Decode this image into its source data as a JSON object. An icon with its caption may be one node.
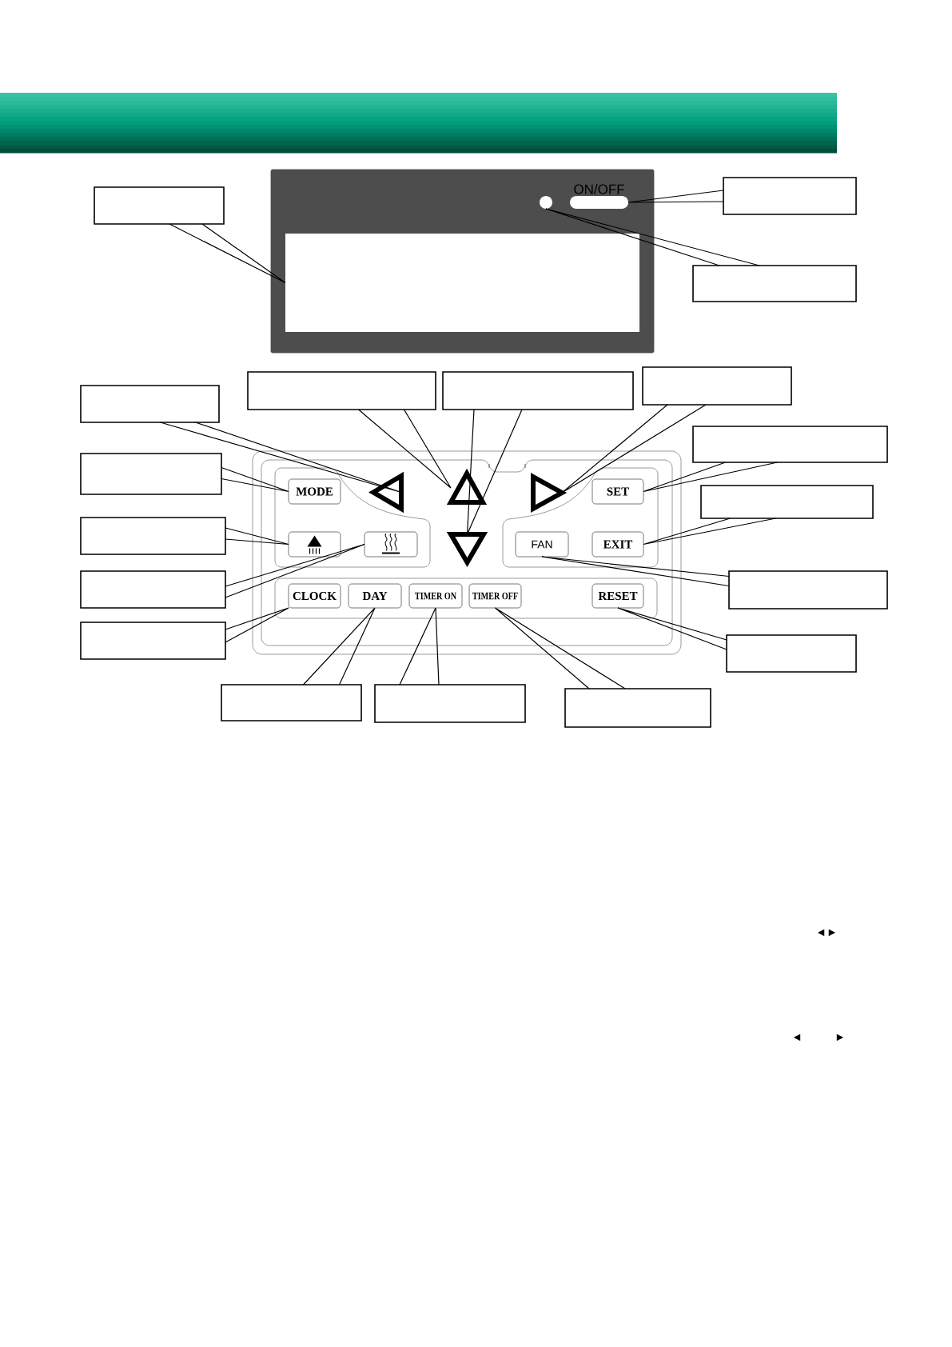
{
  "diagram": {
    "nodes": [
      {
        "text": [],
        "shape": "box"
      },
      {
        "text": [],
        "shape": "box"
      },
      {
        "text": [],
        "shape": "box",
        "in": 1
      },
      {
        "text": [],
        "shape": "circle",
        "in": 1
      },
      {
        "text": [
          "ON/OFF"
        ],
        "in": 1
      },
      {
        "text": [],
        "shape": "box"
      },
      {
        "text": [],
        "shape": "box"
      },
      {
        "text": [],
        "shape": "box"
      },
      {
        "text": [],
        "shape": "box"
      },
      {
        "text": [],
        "shape": "box"
      },
      {
        "text": [],
        "shape": "box"
      },
      {
        "text": [],
        "shape": "box"
      },
      {
        "text": [],
        "shape": "box"
      },
      {
        "text": [],
        "shape": "box"
      },
      {
        "text": [],
        "shape": "triangle",
        "in": 13
      },
      {
        "text": [],
        "shape": "triangle",
        "in": 13
      },
      {
        "text": [],
        "shape": "triangle",
        "in": 13
      },
      {
        "text": [
          "MODE"
        ],
        "in": 13
      },
      {
        "text": [
          "SET"
        ],
        "in": 13
      },
      {
        "text": [],
        "shape": "box"
      },
      {
        "text": [],
        "shape": "box"
      },
      {
        "text": [],
        "shape": "box",
        "in": 13
      },
      {
        "text": [],
        "shape": "box",
        "in": 13
      },
      {
        "text": [],
        "shape": "triangle",
        "in": 13
      },
      {
        "text": [
          "FAN"
        ],
        "in": 13
      },
      {
        "text": [
          "EXIT"
        ],
        "in": 13
      },
      {
        "text": [],
        "shape": "box"
      },
      {
        "text": [],
        "shape": "box"
      },
      {
        "text": [
          "CLOCK"
        ],
        "in": 13
      },
      {
        "text": [
          "DAY"
        ],
        "in": 13
      },
      {
        "text": [
          "TIMER ON"
        ],
        "in": 13
      },
      {
        "text": [
          "TIMER OFF"
        ],
        "in": 13
      },
      {
        "text": [
          "RESET"
        ],
        "in": 13
      },
      {
        "text": [],
        "shape": "box"
      },
      {
        "text": [],
        "shape": "box"
      },
      {
        "text": [],
        "shape": "box"
      },
      {
        "text": [],
        "shape": "box"
      },
      {
        "text": [],
        "shape": "box"
      }
    ],
    "edges": [
      {
        "from": 0,
        "to": 2,
        "arrow": "none"
      },
      {
        "from": 5,
        "to": 4,
        "arrow": "none"
      },
      {
        "from": 6,
        "to": 3,
        "arrow": "none"
      },
      {
        "from": 7,
        "to": 14,
        "arrow": "none"
      },
      {
        "from": 8,
        "to": 15,
        "arrow": "none"
      },
      {
        "from": 9,
        "to": 23,
        "arrow": "none"
      },
      {
        "from": 10,
        "to": 16,
        "arrow": "none"
      },
      {
        "from": 11,
        "to": 17,
        "arrow": "none"
      },
      {
        "from": 12,
        "to": 18,
        "arrow": "none"
      },
      {
        "from": 19,
        "to": 21,
        "arrow": "none"
      },
      {
        "from": 20,
        "to": 25,
        "arrow": "none"
      },
      {
        "from": 26,
        "to": 22,
        "arrow": "none"
      },
      {
        "from": 27,
        "to": 24,
        "arrow": "none"
      },
      {
        "from": 33,
        "to": 28,
        "arrow": "none"
      },
      {
        "from": 34,
        "to": 32,
        "arrow": "none"
      },
      {
        "from": 35,
        "to": 29,
        "arrow": "none"
      },
      {
        "from": 36,
        "to": 30,
        "arrow": "none"
      },
      {
        "from": 37,
        "to": 31,
        "arrow": "none"
      }
    ],
    "labels": [
      "◄►",
      "◄",
      "►"
    ]
  }
}
